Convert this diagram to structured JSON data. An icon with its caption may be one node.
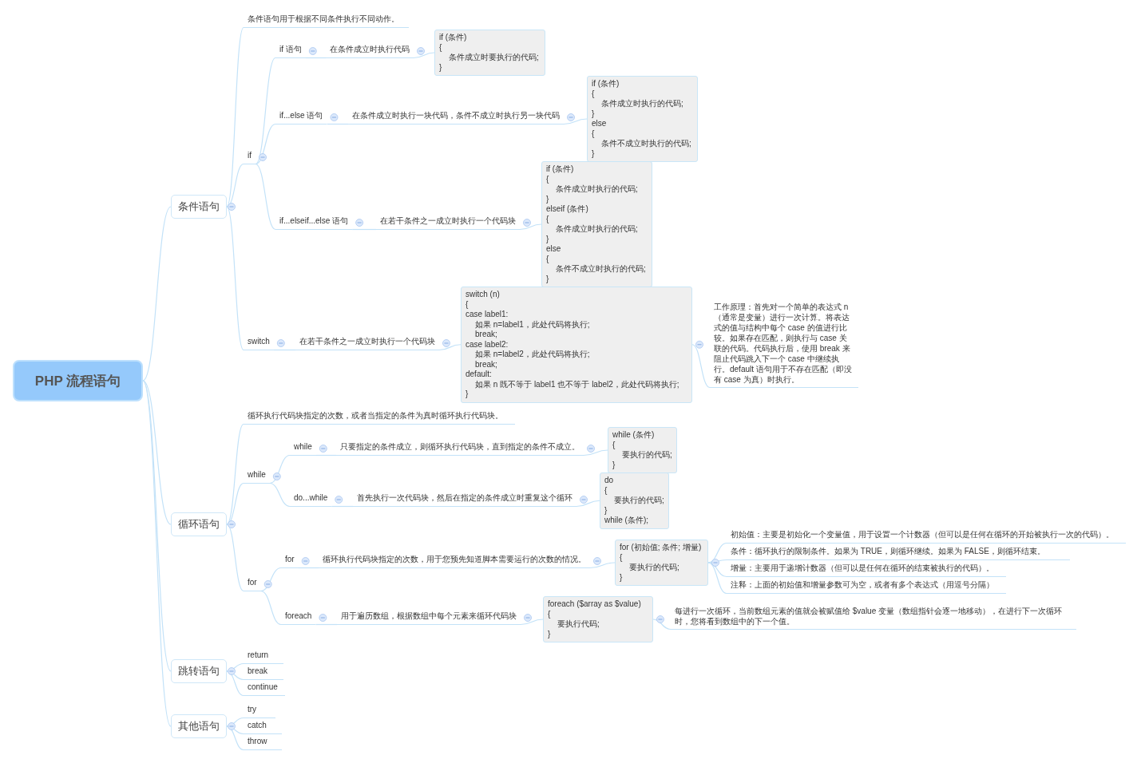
{
  "diagram": {
    "nodes": [
      {
        "text": [
          "PHP 流程语句"
        ]
      },
      {
        "text": [
          "条件语句"
        ]
      },
      {
        "text": [
          "条件语句用于根据不同条件执行不同动作。"
        ]
      },
      {
        "text": [
          "if"
        ]
      },
      {
        "text": [
          "if 语句"
        ]
      },
      {
        "text": [
          "在条件成立时执行代码"
        ]
      },
      {
        "text": [
          "if (条件)",
          "{",
          "条件成立时要执行的代码;",
          "}"
        ]
      },
      {
        "text": [
          "if...else 语句"
        ]
      },
      {
        "text": [
          "在条件成立时执行一块代码，条件不成立时执行另一块代码"
        ]
      },
      {
        "text": [
          "if (条件)",
          "{",
          "条件成立时执行的代码;",
          "}",
          "else",
          "{",
          "条件不成立时执行的代码;",
          "}"
        ]
      },
      {
        "text": [
          "if...elseif...else 语句"
        ]
      },
      {
        "text": [
          "在若干条件之一成立时执行一个代码块"
        ]
      },
      {
        "text": [
          "if (条件)",
          "{",
          "条件成立时执行的代码;",
          "}",
          "elseif (条件)",
          "{",
          "条件成立时执行的代码;",
          "}",
          "else",
          "{",
          "条件不成立时执行的代码;",
          "}"
        ]
      },
      {
        "text": [
          "switch"
        ]
      },
      {
        "text": [
          "在若干条件之一成立时执行一个代码块"
        ]
      },
      {
        "text": [
          "switch (n)",
          "{",
          "case label1:",
          "如果 n=label1，此处代码将执行;",
          "break;",
          "case label2:",
          "如果 n=label2，此处代码将执行;",
          "break;",
          "default:",
          "如果 n 既不等于 label1 也不等于 label2，此处代码将执行;",
          "}"
        ]
      },
      {
        "text": [
          "工作原理：首先对一个简单的表达式 n（通常是变量）进行一次计算。将表达式的值与结构中每个 case 的值进行比较。如果存在匹配，则执行与 case 关联的代码。代码执行后，使用 break 来阻止代码跳入下一个 case 中继续执行。default 语句用于不存在匹配（即没有 case 为真）时执行。"
        ]
      },
      {
        "text": [
          "循环语句"
        ]
      },
      {
        "text": [
          "循环执行代码块指定的次数，或者当指定的条件为真时循环执行代码块。"
        ]
      },
      {
        "text": [
          "while"
        ]
      },
      {
        "text": [
          "while"
        ]
      },
      {
        "text": [
          "只要指定的条件成立，则循环执行代码块，直到指定的条件不成立。"
        ]
      },
      {
        "text": [
          "while (条件)",
          "{",
          "要执行的代码;",
          "}"
        ]
      },
      {
        "text": [
          "do...while"
        ]
      },
      {
        "text": [
          "首先执行一次代码块，然后在指定的条件成立时重复这个循环"
        ]
      },
      {
        "text": [
          "do",
          "{",
          "要执行的代码;",
          "}",
          "while (条件);"
        ]
      },
      {
        "text": [
          "for"
        ]
      },
      {
        "text": [
          "for"
        ]
      },
      {
        "text": [
          "循环执行代码块指定的次数，用于您预先知道脚本需要运行的次数的情况。"
        ]
      },
      {
        "text": [
          "for (初始值; 条件; 增量)",
          "{",
          "要执行的代码;",
          "}"
        ]
      },
      {
        "text": [
          "初始值：主要是初始化一个变量值，用于设置一个计数器（但可以是任何在循环的开始被执行一次的代码）。"
        ]
      },
      {
        "text": [
          "条件：循环执行的限制条件。如果为 TRUE，则循环继续。如果为 FALSE，则循环结束。"
        ]
      },
      {
        "text": [
          "增量：主要用于递增计数器（但可以是任何在循环的结束被执行的代码）。"
        ]
      },
      {
        "text": [
          "注释：上面的初始值和增量参数可为空，或者有多个表达式（用逗号分隔）"
        ]
      },
      {
        "text": [
          "foreach"
        ]
      },
      {
        "text": [
          "用于遍历数组，根据数组中每个元素来循环代码块"
        ]
      },
      {
        "text": [
          "foreach ($array as $value)",
          "{",
          "要执行代码;",
          "}"
        ]
      },
      {
        "text": [
          "每进行一次循环，当前数组元素的值就会被赋值给 $value 变量（数组指针会逐一地移动），在进行下一次循环时，您将看到数组中的下一个值。"
        ]
      },
      {
        "text": [
          "跳转语句"
        ]
      },
      {
        "text": [
          "return"
        ]
      },
      {
        "text": [
          "break"
        ]
      },
      {
        "text": [
          "continue"
        ]
      },
      {
        "text": [
          "其他语句"
        ]
      },
      {
        "text": [
          "try"
        ]
      },
      {
        "text": [
          "catch"
        ]
      },
      {
        "text": [
          "throw"
        ]
      }
    ],
    "edges": [
      {
        "from": 0,
        "to": 1,
        "arrow": "none"
      },
      {
        "from": 1,
        "to": 2,
        "arrow": "none"
      },
      {
        "from": 1,
        "to": 3,
        "arrow": "none"
      },
      {
        "from": 3,
        "to": 4,
        "arrow": "none"
      },
      {
        "from": 4,
        "to": 5,
        "arrow": "none"
      },
      {
        "from": 5,
        "to": 6,
        "arrow": "none"
      },
      {
        "from": 3,
        "to": 7,
        "arrow": "none"
      },
      {
        "from": 7,
        "to": 8,
        "arrow": "none"
      },
      {
        "from": 8,
        "to": 9,
        "arrow": "none"
      },
      {
        "from": 3,
        "to": 10,
        "arrow": "none"
      },
      {
        "from": 10,
        "to": 11,
        "arrow": "none"
      },
      {
        "from": 11,
        "to": 12,
        "arrow": "none"
      },
      {
        "from": 1,
        "to": 13,
        "arrow": "none"
      },
      {
        "from": 13,
        "to": 14,
        "arrow": "none"
      },
      {
        "from": 14,
        "to": 15,
        "arrow": "none"
      },
      {
        "from": 15,
        "to": 16,
        "arrow": "none"
      },
      {
        "from": 0,
        "to": 17,
        "arrow": "none"
      },
      {
        "from": 17,
        "to": 18,
        "arrow": "none"
      },
      {
        "from": 17,
        "to": 19,
        "arrow": "none"
      },
      {
        "from": 19,
        "to": 20,
        "arrow": "none"
      },
      {
        "from": 20,
        "to": 21,
        "arrow": "none"
      },
      {
        "from": 21,
        "to": 22,
        "arrow": "none"
      },
      {
        "from": 19,
        "to": 23,
        "arrow": "none"
      },
      {
        "from": 23,
        "to": 24,
        "arrow": "none"
      },
      {
        "from": 24,
        "to": 25,
        "arrow": "none"
      },
      {
        "from": 17,
        "to": 26,
        "arrow": "none"
      },
      {
        "from": 26,
        "to": 27,
        "arrow": "none"
      },
      {
        "from": 27,
        "to": 28,
        "arrow": "none"
      },
      {
        "from": 28,
        "to": 29,
        "arrow": "none"
      },
      {
        "from": 29,
        "to": 30,
        "arrow": "none"
      },
      {
        "from": 29,
        "to": 31,
        "arrow": "none"
      },
      {
        "from": 29,
        "to": 32,
        "arrow": "none"
      },
      {
        "from": 29,
        "to": 33,
        "arrow": "none"
      },
      {
        "from": 26,
        "to": 34,
        "arrow": "none"
      },
      {
        "from": 34,
        "to": 35,
        "arrow": "none"
      },
      {
        "from": 35,
        "to": 36,
        "arrow": "none"
      },
      {
        "from": 36,
        "to": 37,
        "arrow": "none"
      },
      {
        "from": 0,
        "to": 38,
        "arrow": "none"
      },
      {
        "from": 38,
        "to": 39,
        "arrow": "none"
      },
      {
        "from": 38,
        "to": 40,
        "arrow": "none"
      },
      {
        "from": 38,
        "to": 41,
        "arrow": "none"
      },
      {
        "from": 0,
        "to": 42,
        "arrow": "none"
      },
      {
        "from": 42,
        "to": 43,
        "arrow": "none"
      },
      {
        "from": 42,
        "to": 44,
        "arrow": "none"
      },
      {
        "from": 42,
        "to": 45,
        "arrow": "none"
      }
    ]
  }
}
